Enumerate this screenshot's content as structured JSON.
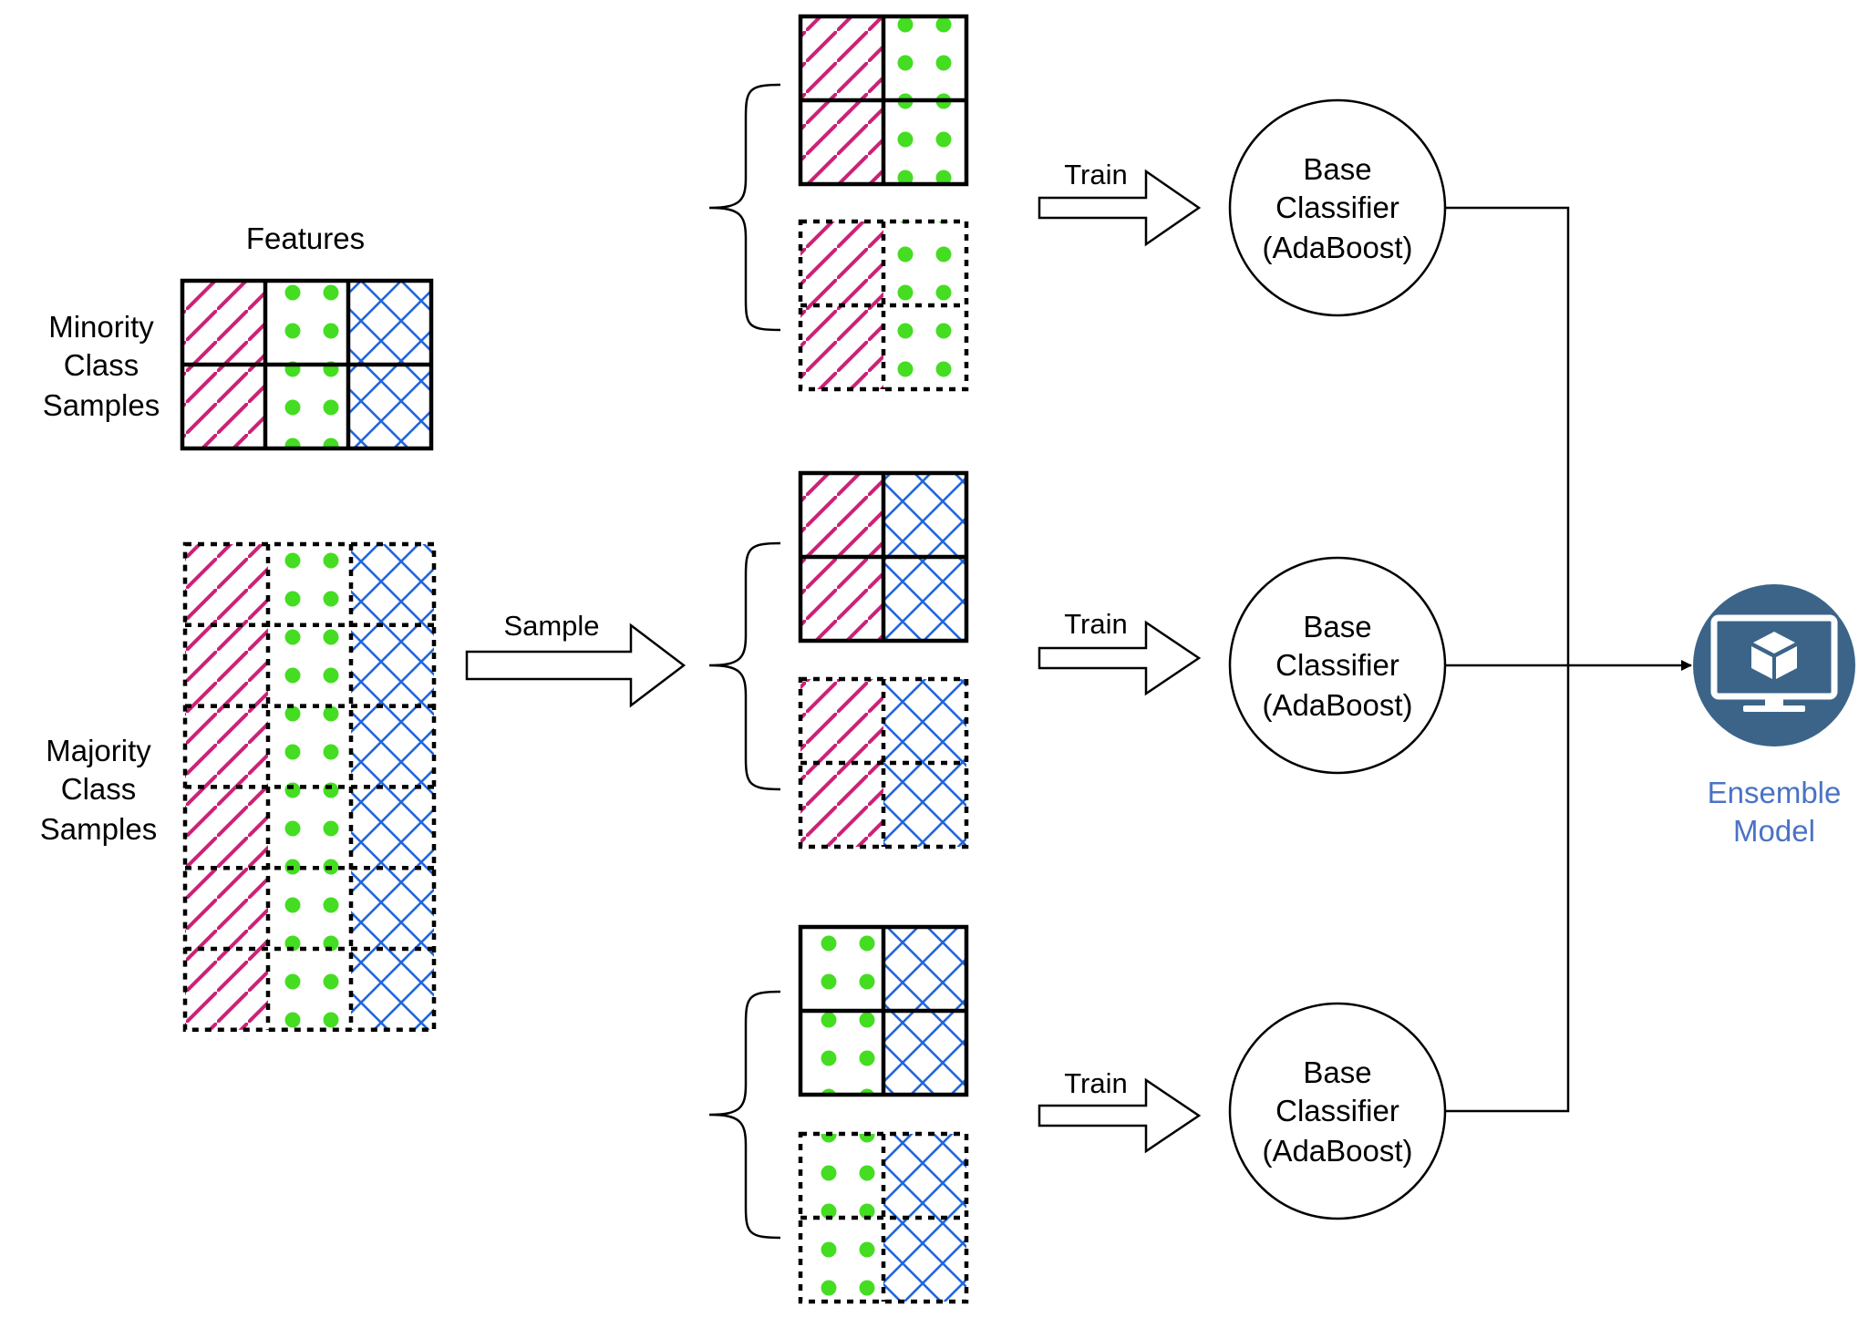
{
  "labels": {
    "features": "Features",
    "minority": [
      "Minority",
      "Class",
      "Samples"
    ],
    "majority": [
      "Majority",
      "Class",
      "Samples"
    ],
    "sample": "Sample",
    "train": "Train",
    "classifier": [
      "Base",
      "Classifier",
      "(AdaBoost)"
    ],
    "ensemble": [
      "Ensemble",
      "Model"
    ]
  },
  "features": [
    "hatch",
    "dots",
    "cross"
  ],
  "minority_rows": 2,
  "majority_rows": 6,
  "subsets": [
    {
      "features": [
        "hatch",
        "dots"
      ]
    },
    {
      "features": [
        "hatch",
        "cross"
      ]
    },
    {
      "features": [
        "dots",
        "cross"
      ]
    }
  ],
  "colors": {
    "hatch": "#cc2277",
    "dots": "#44dd22",
    "cross": "#2266dd",
    "ensemble_icon": "#3b6488",
    "ensemble_text": "#4a73c4",
    "line": "#000000"
  },
  "icons": {
    "ensemble": "monitor-cube-icon"
  }
}
